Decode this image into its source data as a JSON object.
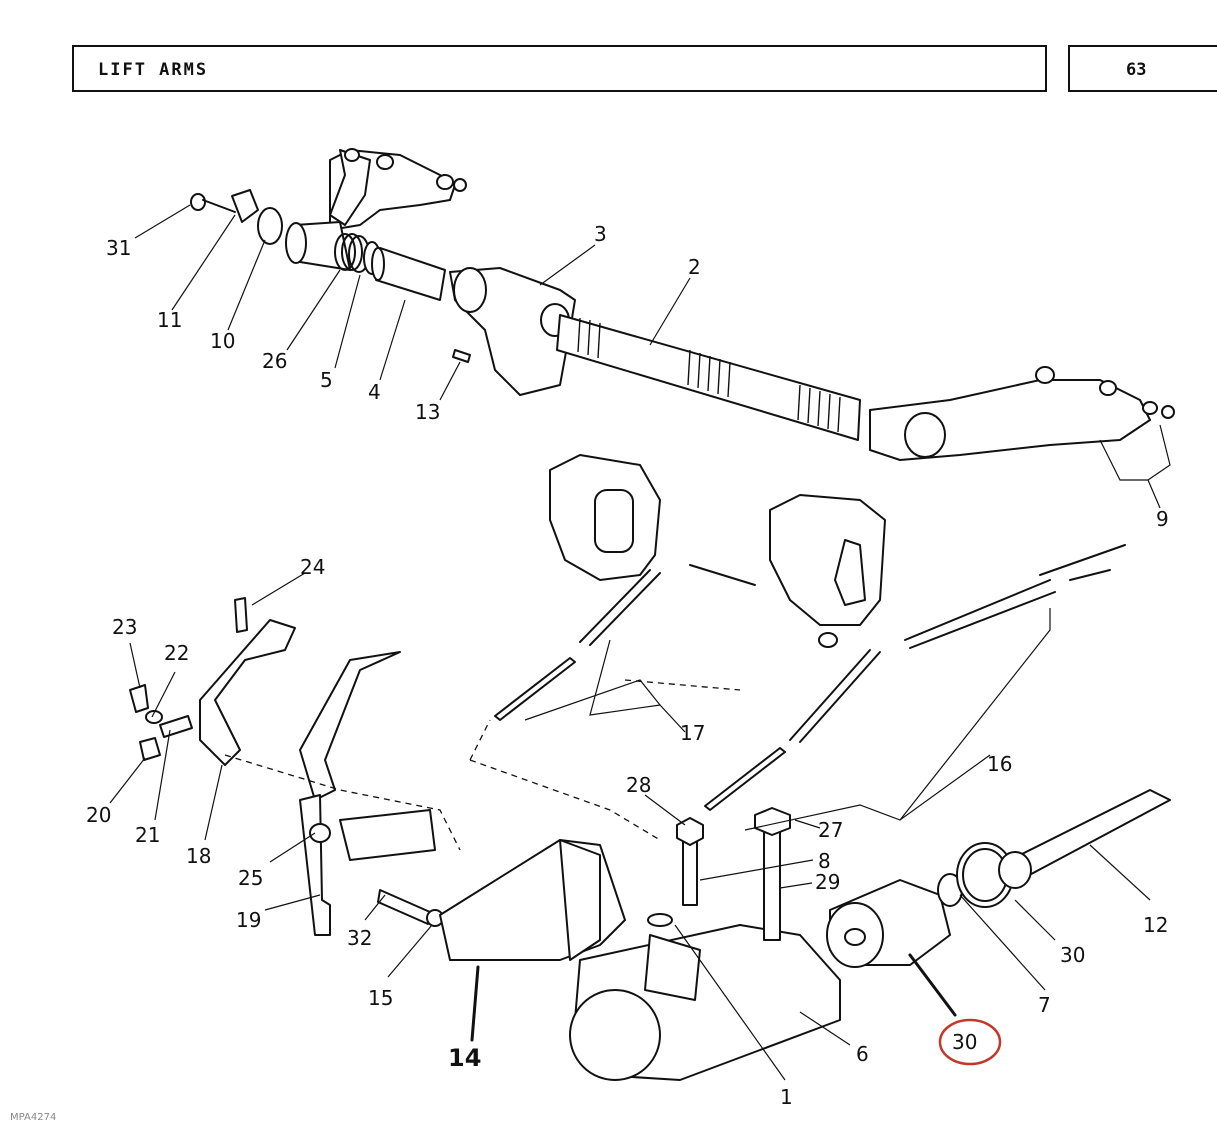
{
  "header": {
    "title": "LIFT ARMS",
    "page_number": "63"
  },
  "callouts": {
    "c31": "31",
    "c11": "11",
    "c10": "10",
    "c26": "26",
    "c5": "5",
    "c4": "4",
    "c13": "13",
    "c3": "3",
    "c2": "2",
    "c9": "9",
    "c24": "24",
    "c23": "23",
    "c22": "22",
    "c20": "20",
    "c21": "21",
    "c18": "18",
    "c17": "17",
    "c16": "16",
    "c28": "28",
    "c27": "27",
    "c8": "8",
    "c29": "29",
    "c25": "25",
    "c19": "19",
    "c32": "32",
    "c15": "15",
    "c14": "14",
    "c12": "12",
    "c30a": "30",
    "c7": "7",
    "c30b": "30",
    "c6": "6",
    "c1": "1"
  },
  "highlight": {
    "color": "#c0392b"
  },
  "footer": {
    "ref_code": "MPA4274"
  }
}
